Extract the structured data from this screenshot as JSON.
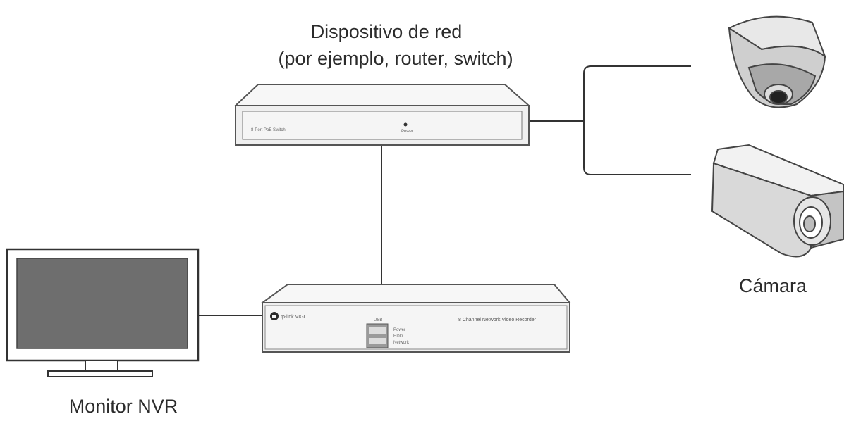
{
  "labels": {
    "network_device_line1": "Dispositivo de red",
    "network_device_line2": "(por ejemplo, router, switch)",
    "camera": "Cámara",
    "monitor": "Monitor NVR"
  },
  "device_markings": {
    "switch_front": "8-Port PoE Switch",
    "switch_led": "Power",
    "nvr_brand": "tp-link  VIGI",
    "nvr_model": "8 Channel Network Video Recorder",
    "nvr_usb": "USB",
    "nvr_led_1": "Power",
    "nvr_led_2": "HDD",
    "nvr_led_3": "Network"
  },
  "colors": {
    "line": "#333333",
    "device_fill": "#f2f2f2",
    "device_stroke": "#555555",
    "screen": "#6e6e6e"
  }
}
